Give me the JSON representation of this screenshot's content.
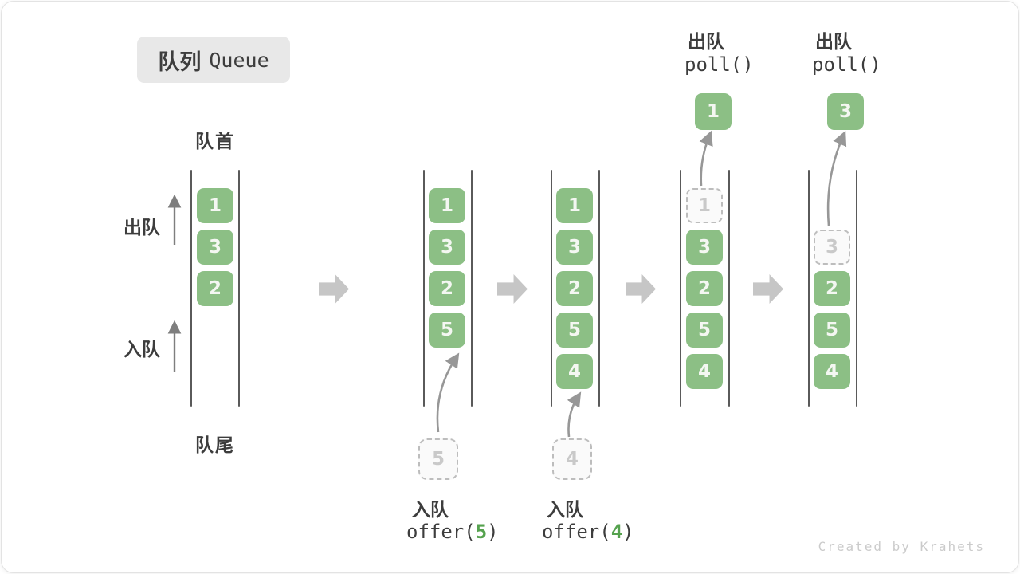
{
  "title": {
    "zh": "队列",
    "en": "Queue"
  },
  "side_labels": {
    "front": "队首",
    "rear": "队尾",
    "dequeue": "出队",
    "enqueue": "入队"
  },
  "colors": {
    "box-green": "#8CBF85",
    "box-text": "#F4F7F2",
    "dashed-border": "#BDBDBD",
    "dashed-fill": "#FAFAFA",
    "dashed-text": "#C9C9C9",
    "big-arrow": "#C6C6C6",
    "thin-arrow": "#7E7E7E",
    "curve-arrow": "#979797",
    "wall-line": "#5A5A5A",
    "text-dark": "#3D3D3D",
    "code-green": "#55A24E",
    "title-bg": "#E8E8E8",
    "watermark": "#CBCBCB"
  },
  "stages": [
    {
      "name": "initial",
      "slots": [
        {
          "type": "green",
          "value": "1"
        },
        {
          "type": "green",
          "value": "3"
        },
        {
          "type": "green",
          "value": "2"
        }
      ]
    },
    {
      "name": "after-offer-5",
      "slots": [
        {
          "type": "green",
          "value": "1"
        },
        {
          "type": "green",
          "value": "3"
        },
        {
          "type": "green",
          "value": "2"
        },
        {
          "type": "green",
          "value": "5"
        }
      ],
      "pending": {
        "value": "5"
      },
      "op": {
        "label": "入队",
        "code_before": "offer(",
        "code_arg": "5",
        "code_after": ")"
      }
    },
    {
      "name": "after-offer-4",
      "slots": [
        {
          "type": "green",
          "value": "1"
        },
        {
          "type": "green",
          "value": "3"
        },
        {
          "type": "green",
          "value": "2"
        },
        {
          "type": "green",
          "value": "5"
        },
        {
          "type": "green",
          "value": "4"
        }
      ],
      "pending": {
        "value": "4"
      },
      "op": {
        "label": "入队",
        "code_before": "offer(",
        "code_arg": "4",
        "code_after": ")"
      }
    },
    {
      "name": "after-poll-1",
      "slots": [
        {
          "type": "dashed",
          "value": "1"
        },
        {
          "type": "green",
          "value": "3"
        },
        {
          "type": "green",
          "value": "2"
        },
        {
          "type": "green",
          "value": "5"
        },
        {
          "type": "green",
          "value": "4"
        }
      ],
      "popped": {
        "value": "1"
      },
      "op": {
        "label": "出队",
        "code": "poll()"
      }
    },
    {
      "name": "after-poll-3",
      "slots": [
        {
          "type": "dashed",
          "value": "3"
        },
        {
          "type": "green",
          "value": "2"
        },
        {
          "type": "green",
          "value": "5"
        },
        {
          "type": "green",
          "value": "4"
        }
      ],
      "popped": {
        "value": "3"
      },
      "op": {
        "label": "出队",
        "code": "poll()"
      }
    }
  ],
  "watermark": "Created by Krahets"
}
